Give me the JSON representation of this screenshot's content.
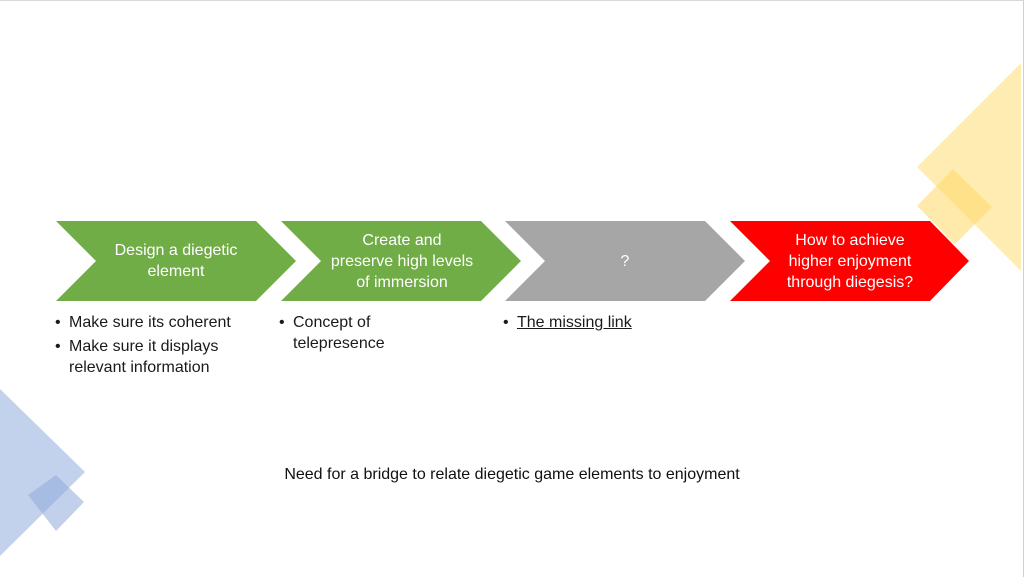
{
  "slide": {
    "colors": {
      "green": "#70ad47",
      "gray": "#a6a6a6",
      "red": "#ff0000",
      "yellow": "#ffe699",
      "blue": "#b4c7e7"
    },
    "steps": [
      {
        "label": "Design a diegetic\nelement",
        "color": "green"
      },
      {
        "label": "Create and\npreserve high levels\nof immersion",
        "color": "green"
      },
      {
        "label": "?",
        "color": "gray"
      },
      {
        "label": "How to achieve\nhigher enjoyment\nthrough diegesis?",
        "color": "red"
      }
    ],
    "bullets": [
      {
        "items": [
          "Make sure its coherent",
          "Make sure it displays relevant information"
        ]
      },
      {
        "items": [
          "Concept of telepresence"
        ]
      },
      {
        "items": [
          "The missing link"
        ]
      }
    ],
    "footer": "Need for a bridge to relate diegetic game elements to enjoyment"
  }
}
